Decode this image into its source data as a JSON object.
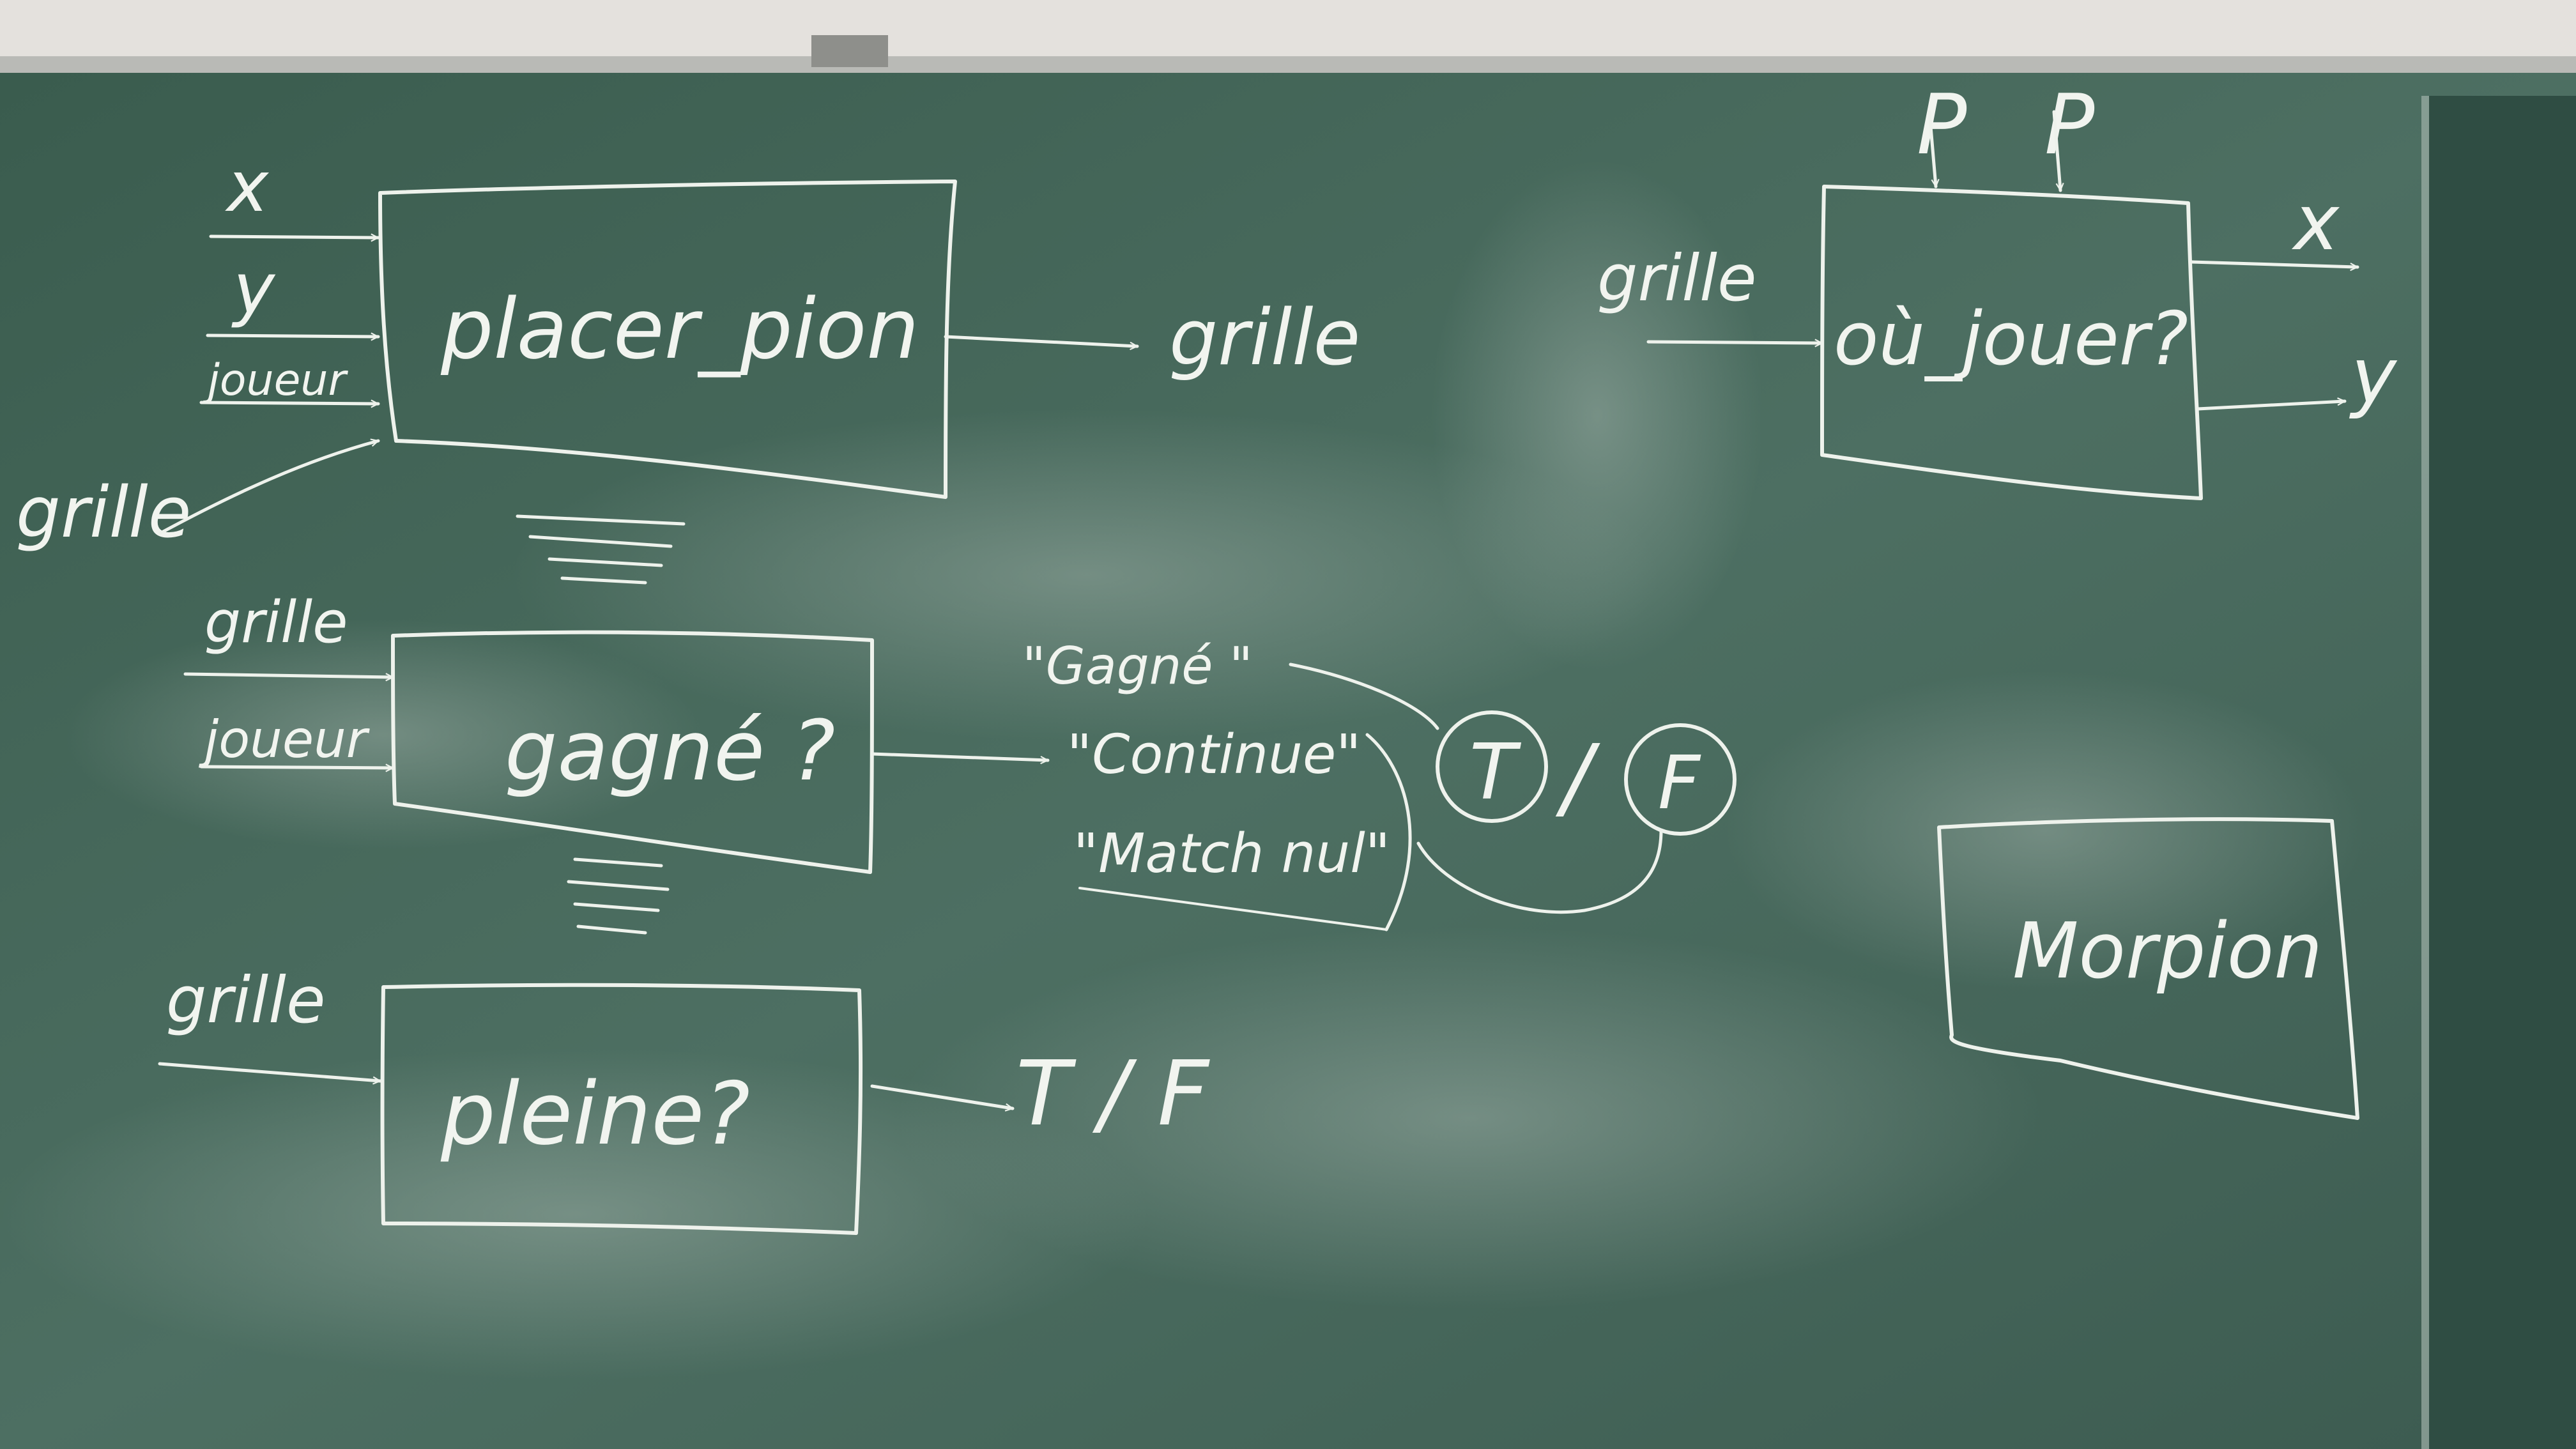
{
  "colors": {
    "board": "#3f6254",
    "board_dark": "#2c4a3f",
    "chalk": "#eef2ec",
    "wall": "#e6e3df",
    "tray": "#b7b8b4"
  },
  "placer_pion": {
    "title": "placer_pion",
    "inputs": [
      "x",
      "y",
      "joueur",
      "grille"
    ],
    "output": "grille"
  },
  "ou_jouer": {
    "title": "où_jouer?",
    "top_inputs": [
      "P",
      "P"
    ],
    "input": "grille",
    "outputs": [
      "x",
      "y"
    ]
  },
  "gagne": {
    "title": "gagné ?",
    "inputs": [
      "grille",
      "joueur"
    ],
    "results": [
      "\"Gagné \"",
      "\"Continue\"",
      "\"Match nul\""
    ],
    "choice_true": "T",
    "choice_sep": "/",
    "choice_false": "F"
  },
  "pleine": {
    "title": "pleine?",
    "input": "grille",
    "output": "T / F"
  },
  "morpion": {
    "title": "Morpion"
  }
}
